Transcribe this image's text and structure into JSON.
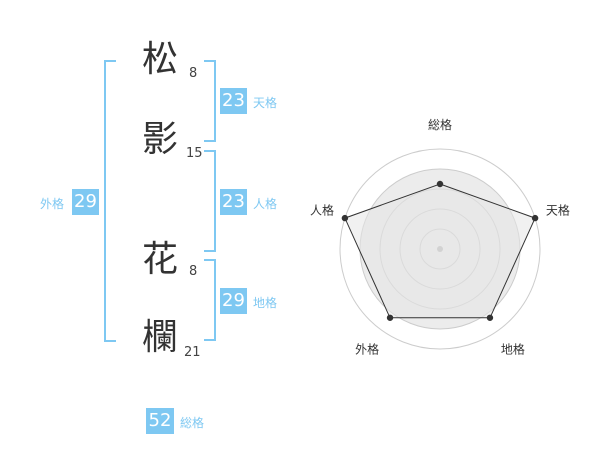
{
  "name": {
    "chars": [
      {
        "char": "松",
        "strokes": "8"
      },
      {
        "char": "影",
        "strokes": "15"
      },
      {
        "char": "花",
        "strokes": "8"
      },
      {
        "char": "欄",
        "strokes": "21"
      }
    ]
  },
  "scores": {
    "tenkaku": {
      "value": "23",
      "label": "天格"
    },
    "jinkaku": {
      "value": "23",
      "label": "人格"
    },
    "chikaku": {
      "value": "29",
      "label": "地格"
    },
    "gaikaku": {
      "value": "29",
      "label": "外格"
    },
    "soukaku": {
      "value": "52",
      "label": "総格"
    }
  },
  "colors": {
    "accent": "#7ec8f2",
    "text": "#333333",
    "radar_fill": "#ececec",
    "radar_line": "#333333"
  },
  "chart_data": {
    "type": "radar",
    "axes": [
      "総格",
      "天格",
      "地格",
      "外格",
      "人格"
    ],
    "values": [
      0.65,
      1.0,
      0.85,
      0.85,
      1.0
    ],
    "rings": 5
  }
}
